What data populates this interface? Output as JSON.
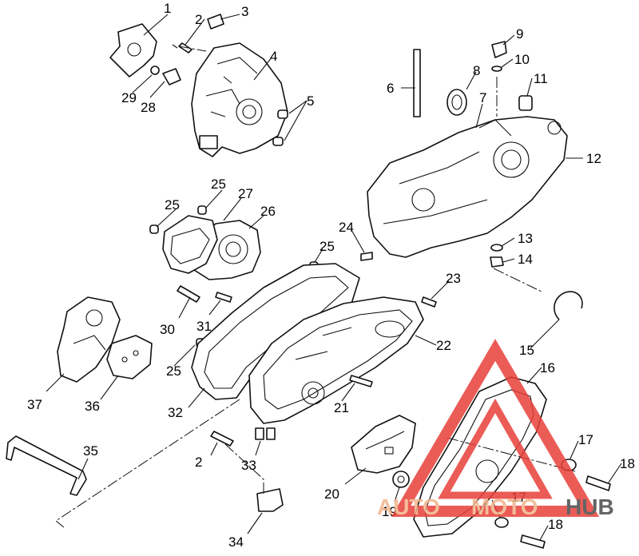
{
  "callouts": [
    {
      "n": "1"
    },
    {
      "n": "2"
    },
    {
      "n": "3"
    },
    {
      "n": "4"
    },
    {
      "n": "5"
    },
    {
      "n": "6"
    },
    {
      "n": "7"
    },
    {
      "n": "8"
    },
    {
      "n": "9"
    },
    {
      "n": "10"
    },
    {
      "n": "11"
    },
    {
      "n": "12"
    },
    {
      "n": "13"
    },
    {
      "n": "14"
    },
    {
      "n": "15"
    },
    {
      "n": "16"
    },
    {
      "n": "17"
    },
    {
      "n": "17"
    },
    {
      "n": "18"
    },
    {
      "n": "18"
    },
    {
      "n": "19"
    },
    {
      "n": "20"
    },
    {
      "n": "21"
    },
    {
      "n": "22"
    },
    {
      "n": "23"
    },
    {
      "n": "24"
    },
    {
      "n": "25"
    },
    {
      "n": "25"
    },
    {
      "n": "25"
    },
    {
      "n": "25"
    },
    {
      "n": "26"
    },
    {
      "n": "27"
    },
    {
      "n": "28"
    },
    {
      "n": "29"
    },
    {
      "n": "30"
    },
    {
      "n": "31"
    },
    {
      "n": "32"
    },
    {
      "n": "33"
    },
    {
      "n": "34"
    },
    {
      "n": "35"
    },
    {
      "n": "36"
    },
    {
      "n": "37"
    },
    {
      "n": "2"
    }
  ],
  "watermark": {
    "part1": "AUTO",
    "part2": "MOTO",
    "part3": "HUB",
    "color_red": "#e8403a",
    "color_orange": "#f2b38a",
    "color_dark": "#4a4a4a"
  }
}
